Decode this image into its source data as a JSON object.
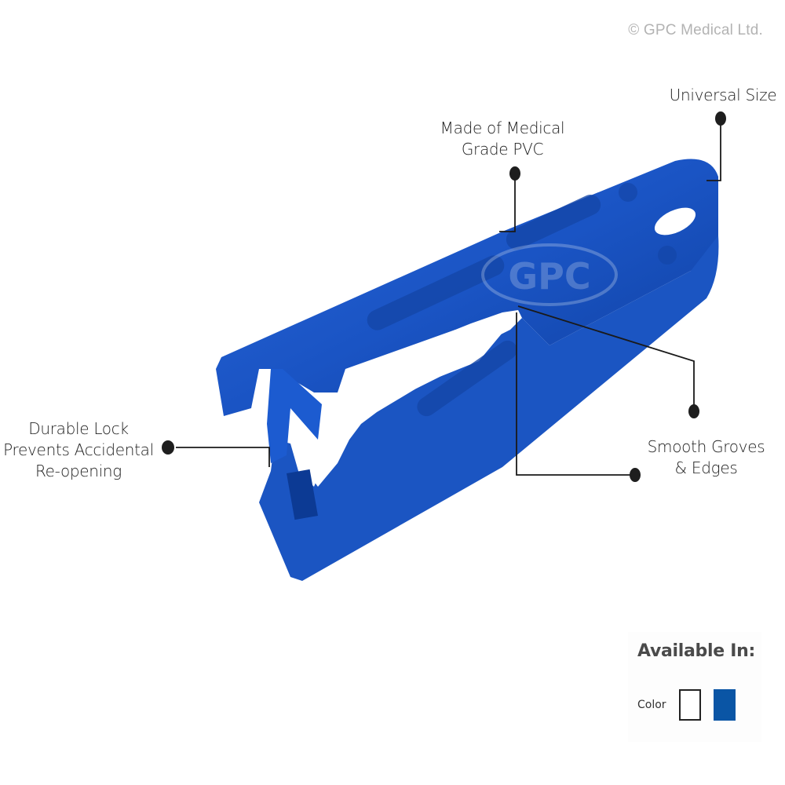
{
  "copyright": "© GPC Medical Ltd.",
  "product": {
    "name": "Blue plastic tube clamp",
    "watermark": "GPC",
    "color": "#1a54c4"
  },
  "callouts": {
    "universal_size": {
      "lines": [
        "Universal Size"
      ]
    },
    "medical_pvc": {
      "lines": [
        "Made of Medical",
        "Grade PVC"
      ]
    },
    "durable_lock": {
      "lines": [
        "Durable Lock",
        "Prevents Accidental",
        "Re-opening"
      ]
    },
    "smooth_groves": {
      "lines": [
        "Smooth Groves",
        "& Edges"
      ]
    }
  },
  "availability": {
    "title": "Available In:",
    "color_label": "Color",
    "swatches": [
      {
        "name": "White",
        "hex": "#ffffff"
      },
      {
        "name": "Blue",
        "hex": "#0a55a5"
      }
    ]
  }
}
